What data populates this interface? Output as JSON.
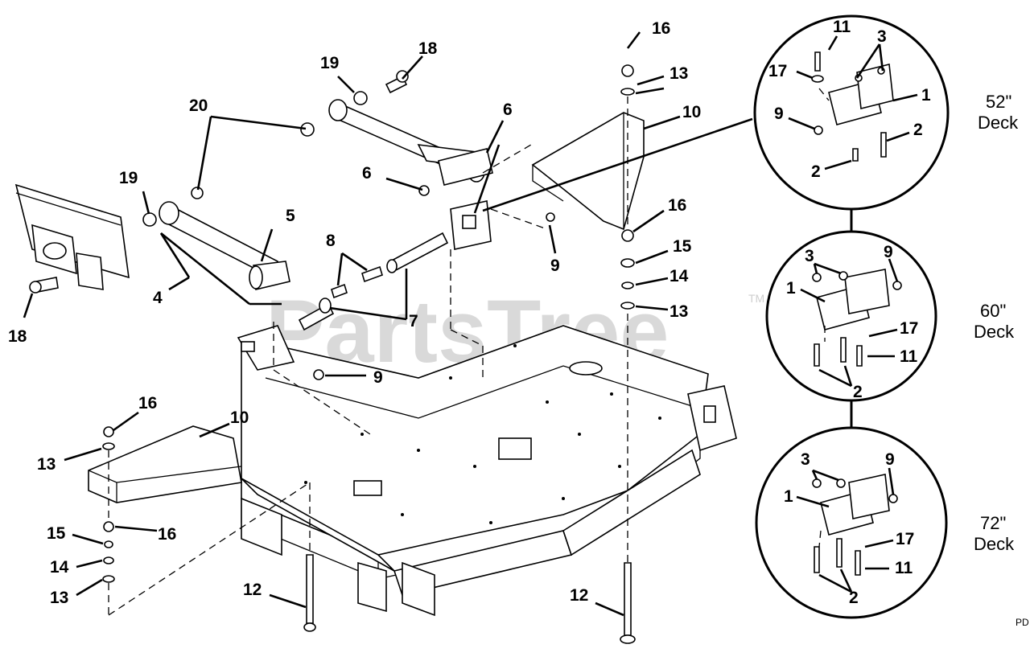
{
  "watermark": {
    "text": "PartsTree",
    "tm": "TM"
  },
  "page_code": "PD",
  "decks": [
    {
      "id": "52",
      "label_top": "52\"",
      "label_bottom": "Deck"
    },
    {
      "id": "60",
      "label_top": "60\"",
      "label_bottom": "Deck"
    },
    {
      "id": "72",
      "label_top": "72\"",
      "label_bottom": "Deck"
    }
  ],
  "callouts": {
    "c16a": "16",
    "c13a": "13",
    "c10a": "10",
    "c16b": "16",
    "c15a": "15",
    "c14a": "14",
    "c13b": "13",
    "c9a": "9",
    "c6a": "6",
    "c6b": "6",
    "c18a": "18",
    "c19a": "19",
    "c20": "20",
    "c19b": "19",
    "c5": "5",
    "c8": "8",
    "c4": "4",
    "c7": "7",
    "c18b": "18",
    "c9b": "9",
    "c16c": "16",
    "c10b": "10",
    "c13c": "13",
    "c15b": "15",
    "c16d": "16",
    "c14b": "14",
    "c13d": "13",
    "c12a": "12",
    "c12b": "12",
    "d52_11": "11",
    "d52_3": "3",
    "d52_17": "17",
    "d52_1": "1",
    "d52_9": "9",
    "d52_2a": "2",
    "d52_2b": "2",
    "d60_3": "3",
    "d60_9": "9",
    "d60_1": "1",
    "d60_17": "17",
    "d60_11": "11",
    "d60_2": "2",
    "d72_3": "3",
    "d72_9": "9",
    "d72_1": "1",
    "d72_17": "17",
    "d72_11": "11",
    "d72_2": "2"
  }
}
